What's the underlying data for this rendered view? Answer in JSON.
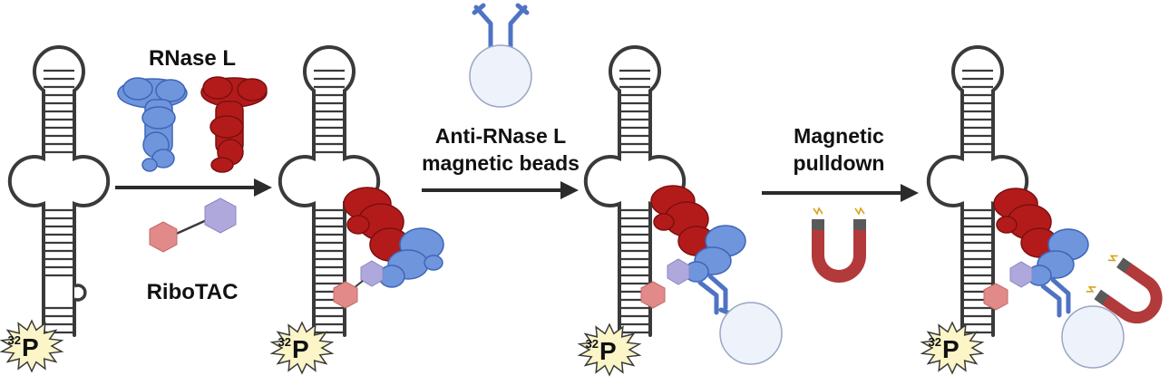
{
  "labels": {
    "step1_top": "RNase L",
    "step1_bottom": "RiboTAC",
    "step2_line1": "Anti-RNase L",
    "step2_line2": "magnetic beads",
    "step3_line1": "Magnetic",
    "step3_line2": "pulldown"
  },
  "isotope": {
    "mass": "32",
    "element": "P"
  },
  "colors": {
    "rna_stroke": "#3a3a3a",
    "rnase_blue": "#6f95dc",
    "rnase_blue_dark": "#3e66b8",
    "rnase_red": "#b31b1b",
    "rnase_red_dark": "#7d0f0f",
    "ribotac_red": "#e28a8a",
    "ribotac_purple": "#aea8dc",
    "bead_fill": "#eef2fb",
    "bead_stroke": "#9aa6c4",
    "antibody": "#4f73c4",
    "magnet_red": "#b23a3a",
    "magnet_grey": "#5a5a5a",
    "starburst": "#fbf5c8",
    "arrow": "#2b2b2b"
  }
}
